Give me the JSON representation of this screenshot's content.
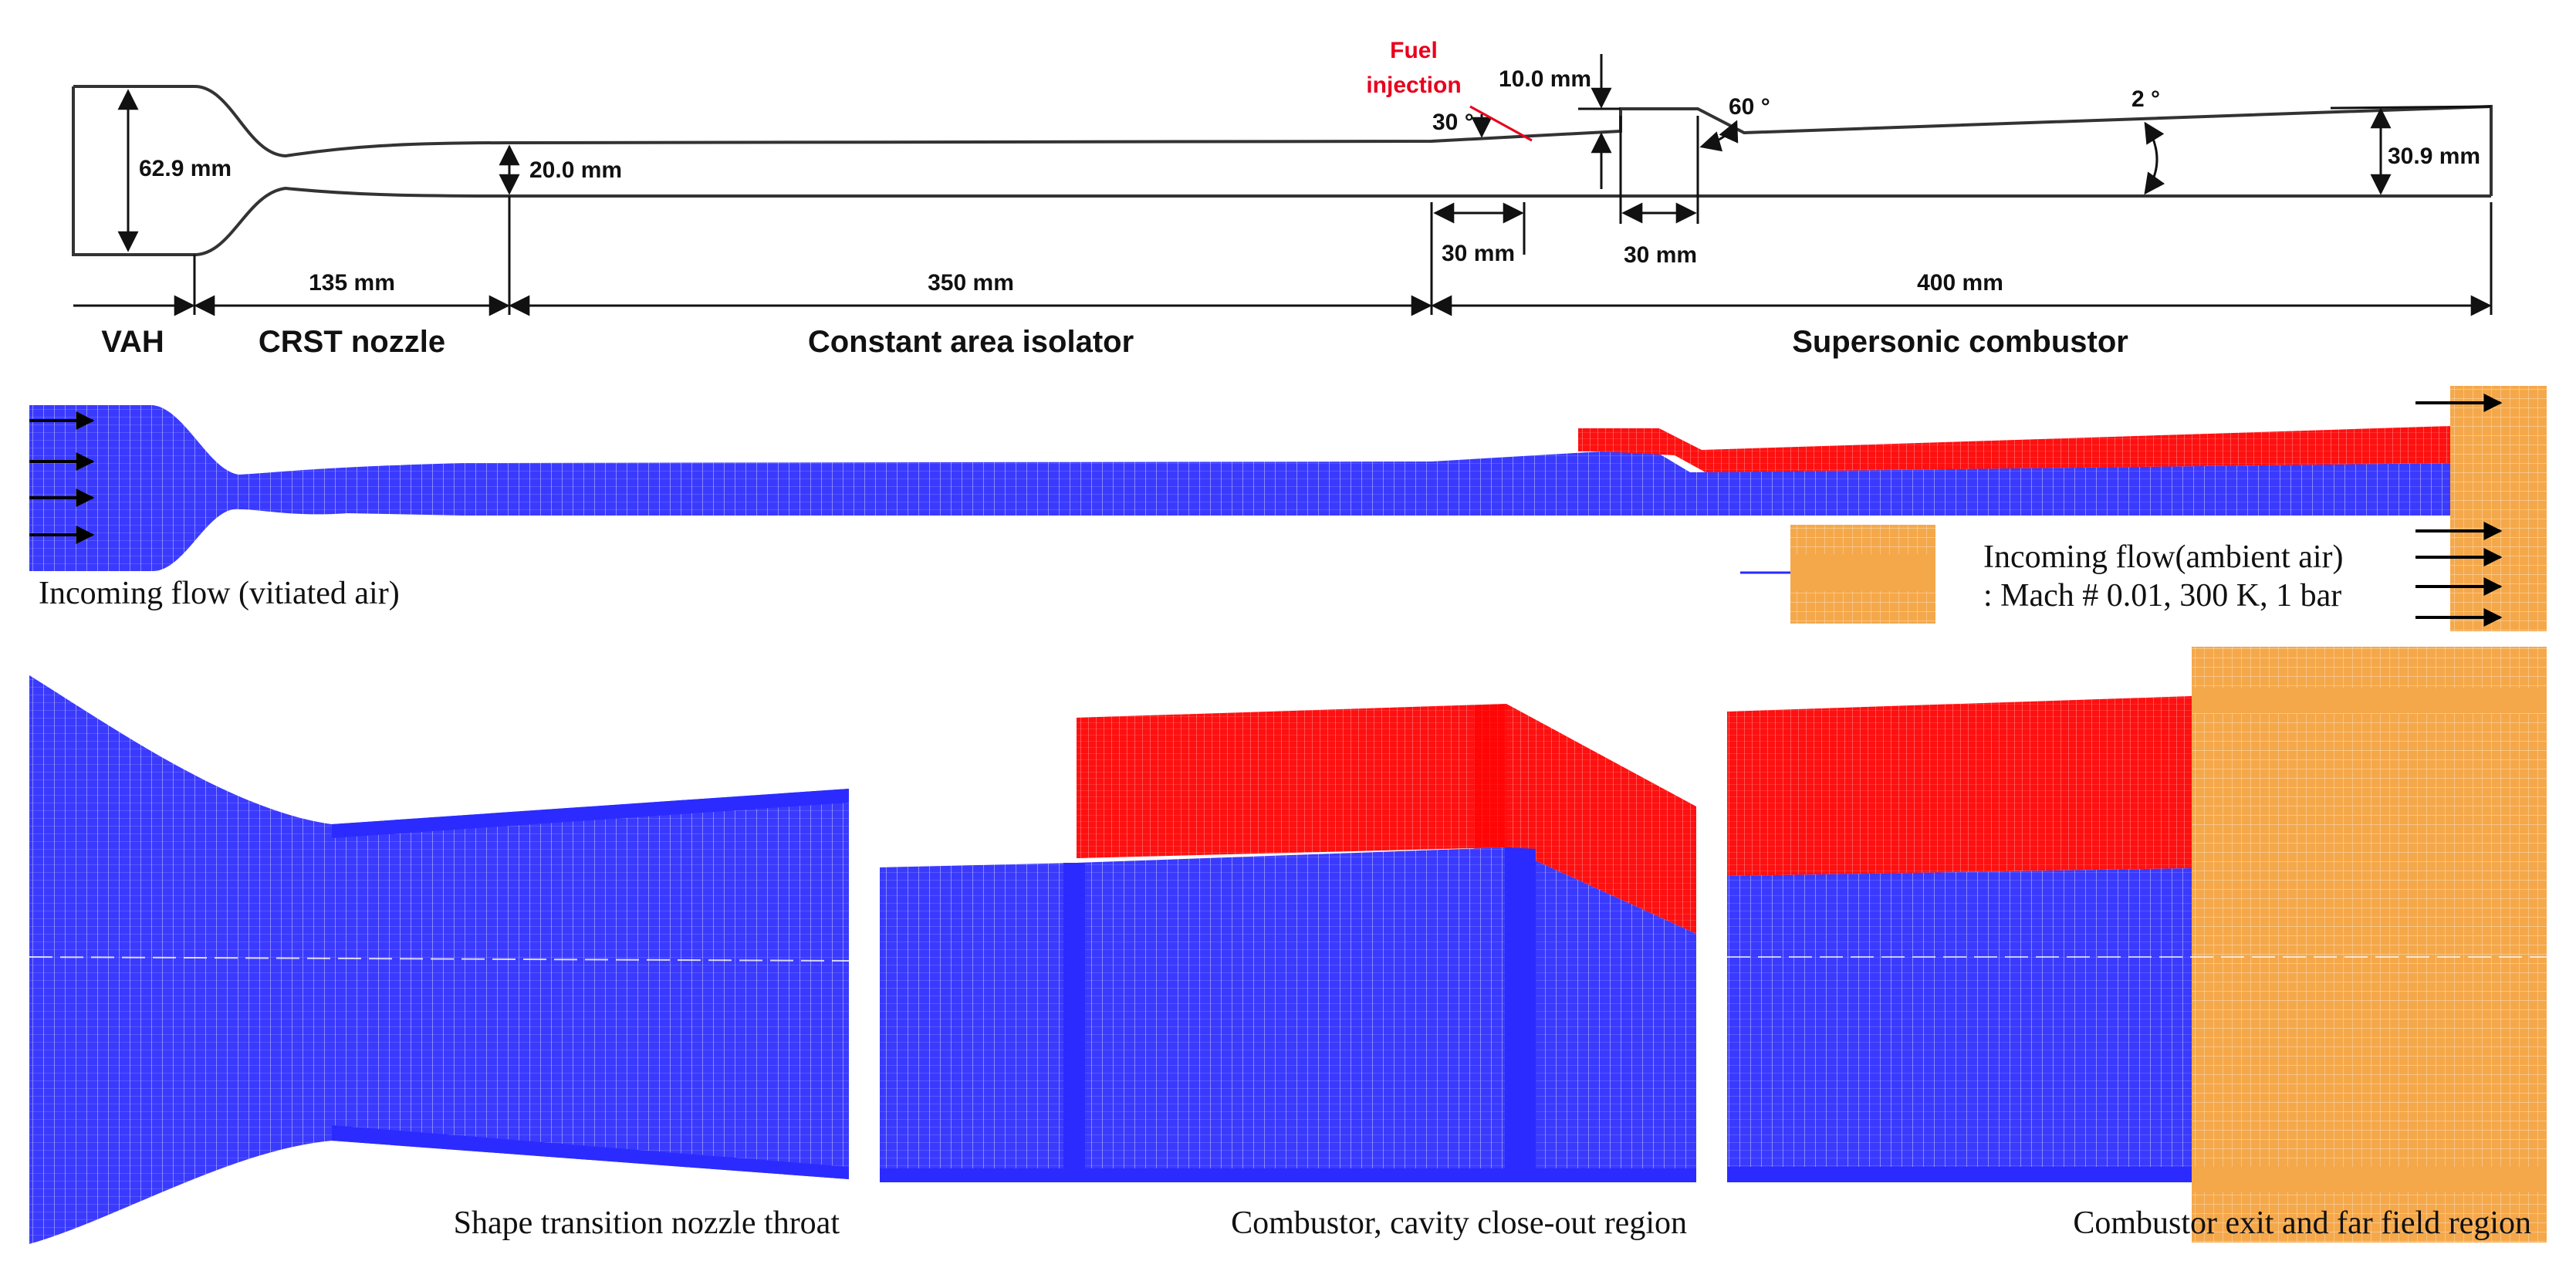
{
  "colors": {
    "air_domain": "#2b2bff",
    "fuel_domain": "#ff0000",
    "farfield": "#f5a84a",
    "outline": "#333333",
    "annotation_red": "#e8001c"
  },
  "schematic": {
    "fuel_injection_line1": "Fuel",
    "fuel_injection_line2": "injection",
    "dim_inlet_height": "62.9 mm",
    "dim_isolator_height": "20.0 mm",
    "dim_step_height": "10.0 mm",
    "dim_injector_angle": "30 °",
    "dim_cavity_angle": "60 °",
    "dim_divergence_angle": "2 °",
    "dim_exit_height": "30.9 mm",
    "dim_injector_offset": "30 mm",
    "dim_cavity_length": "30 mm",
    "dim_nozzle_length": "135 mm",
    "dim_isolator_length": "350 mm",
    "dim_combustor_length": "400 mm",
    "section_vah": "VAH",
    "section_nozzle": "CRST nozzle",
    "section_isolator": "Constant area isolator",
    "section_combustor": "Supersonic combustor"
  },
  "mesh_overview": {
    "incoming_vitiated": "Incoming flow (vitiated air)",
    "incoming_ambient_line1": "Incoming flow(ambient air)",
    "incoming_ambient_line2": ": Mach # 0.01, 300 K, 1 bar"
  },
  "detail_panels": {
    "nozzle_caption": "Shape transition nozzle throat",
    "cavity_caption": "Combustor, cavity close-out region",
    "exit_caption": "Combustor exit and far field region"
  }
}
